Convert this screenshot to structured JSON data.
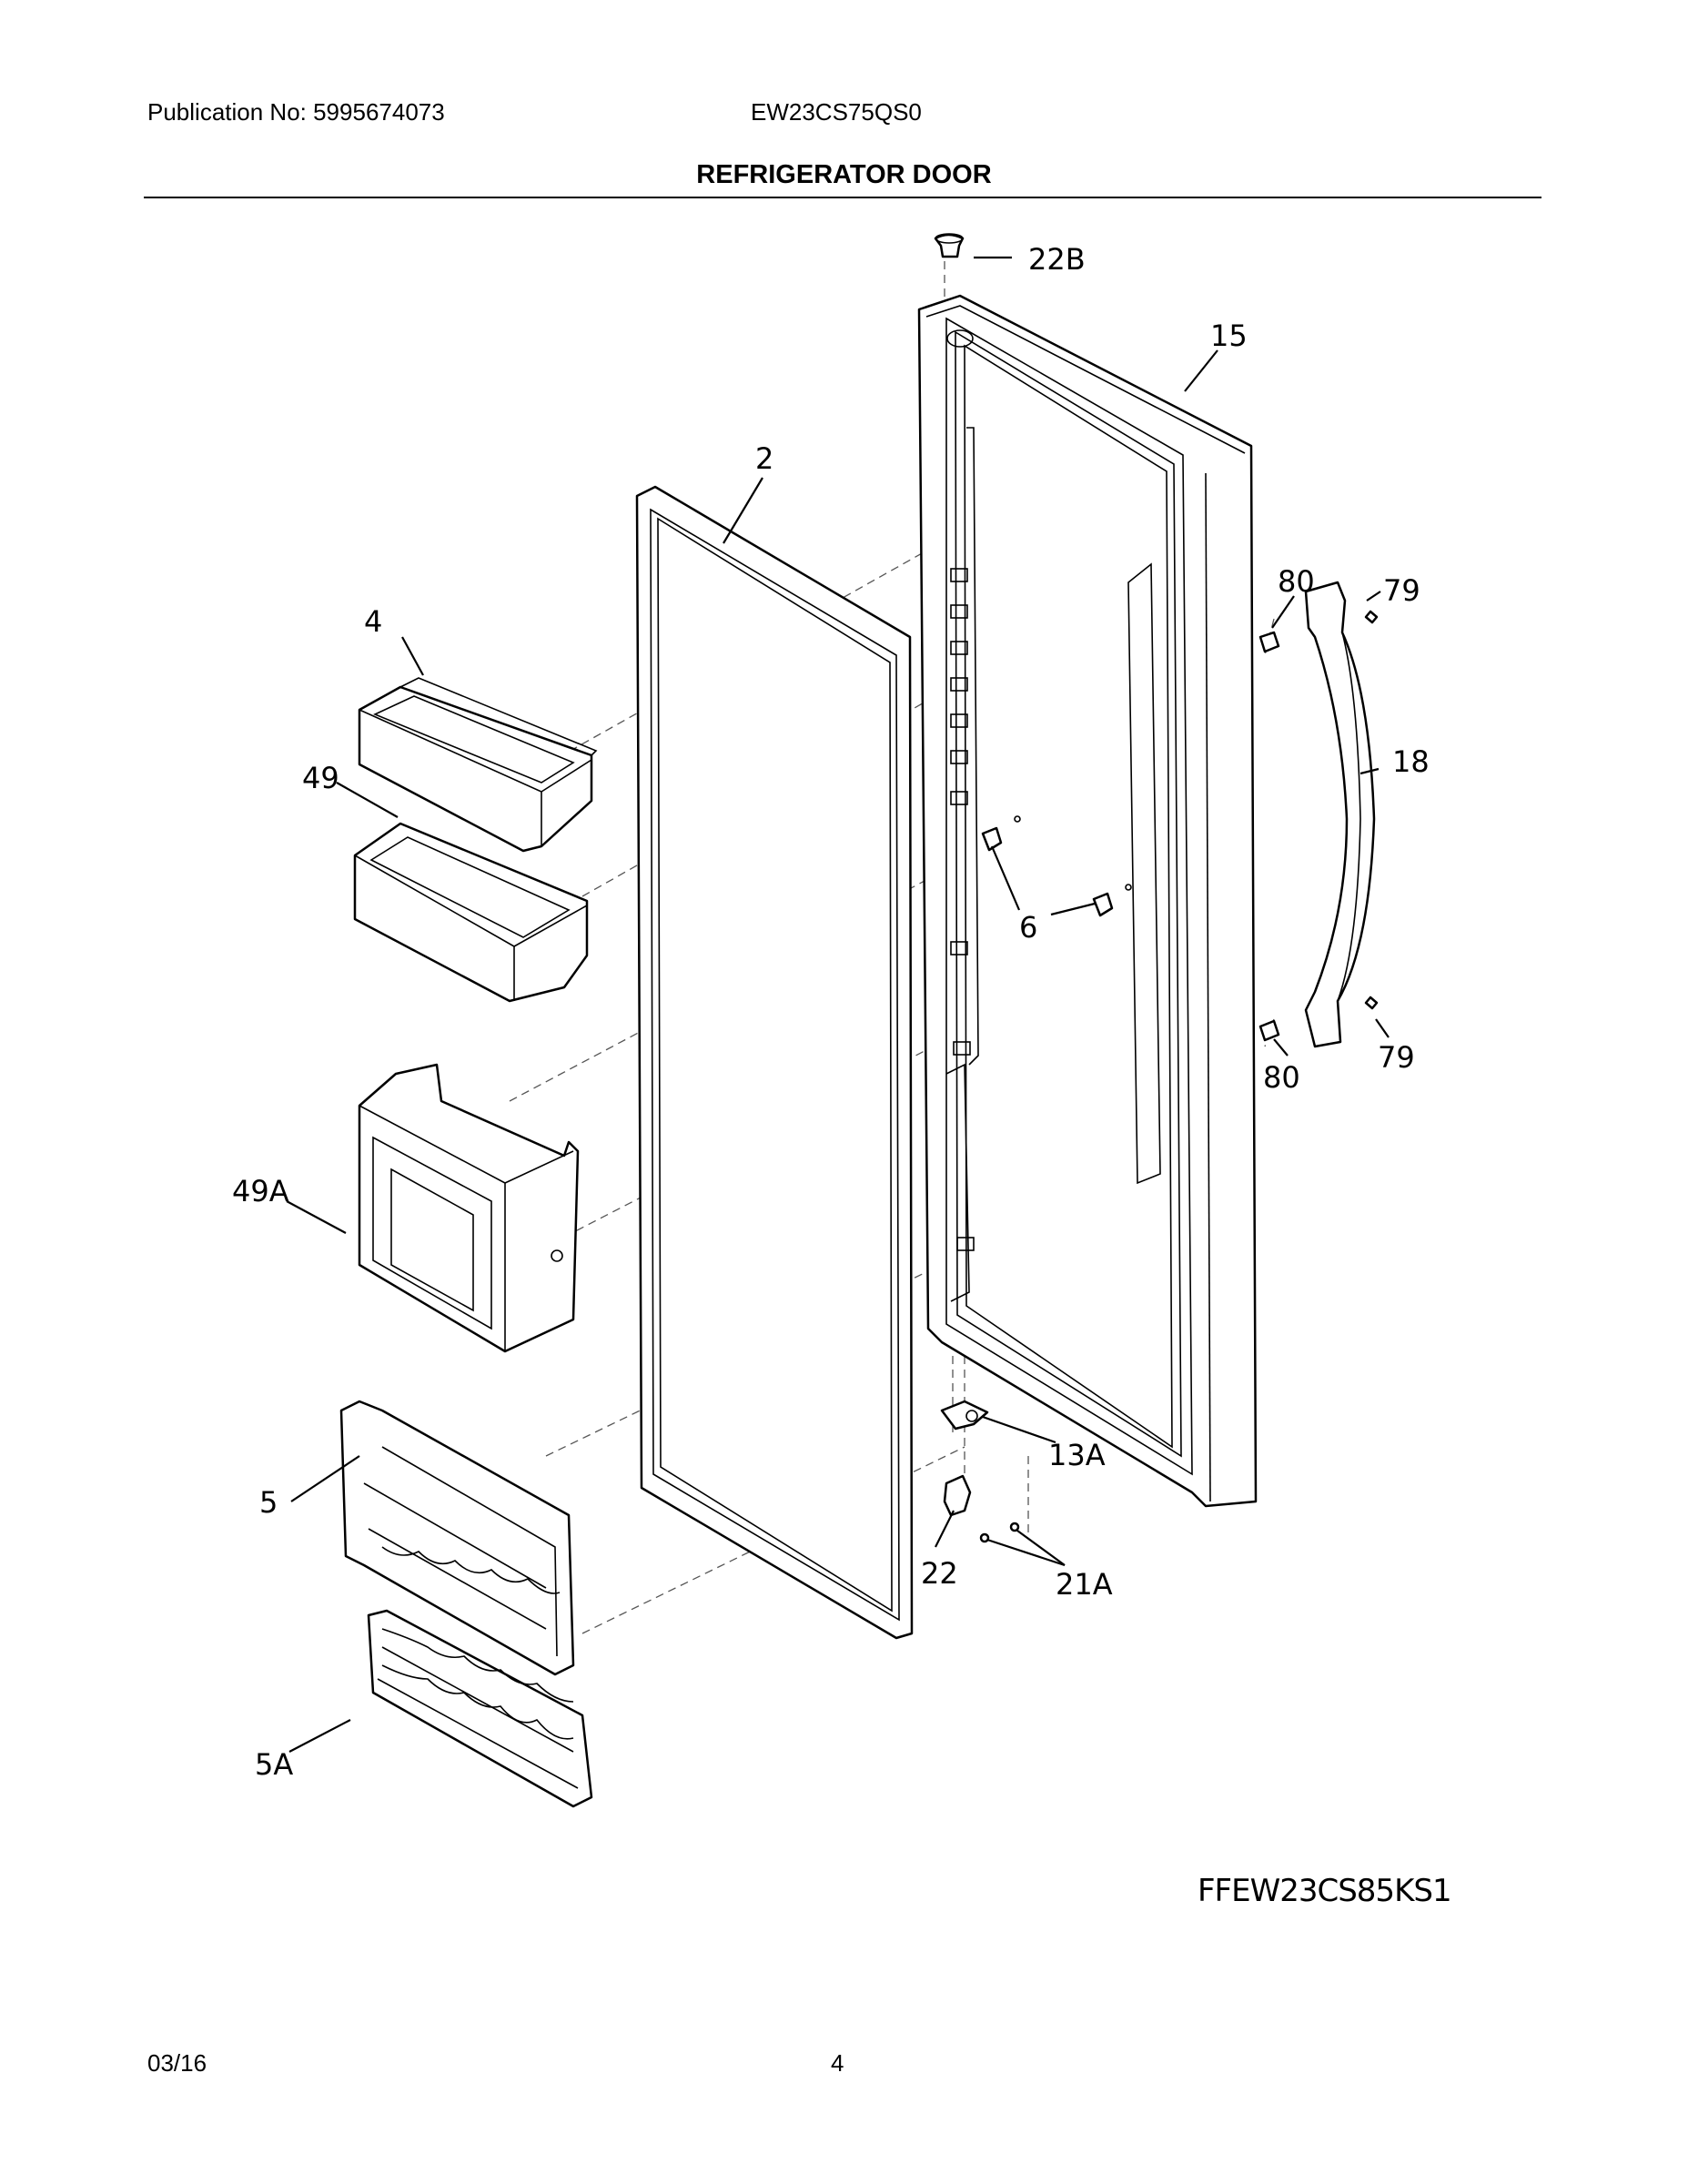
{
  "header": {
    "publication": "Publication No:  5995674073",
    "model": "EW23CS75QS0",
    "title": "REFRIGERATOR DOOR"
  },
  "diagram": {
    "callouts": {
      "p22B": "22B",
      "p15": "15",
      "p2": "2",
      "p4": "4",
      "p49": "49",
      "p80a": "80",
      "p79a": "79",
      "p18": "18",
      "p6": "6",
      "p80b": "80",
      "p79b": "79",
      "p49A": "49A",
      "p13A": "13A",
      "p5": "5",
      "p22": "22",
      "p21A": "21A",
      "p5A": "5A"
    },
    "model_code": "FFEW23CS85KS1"
  },
  "footer": {
    "date": "03/16",
    "page": "4"
  }
}
